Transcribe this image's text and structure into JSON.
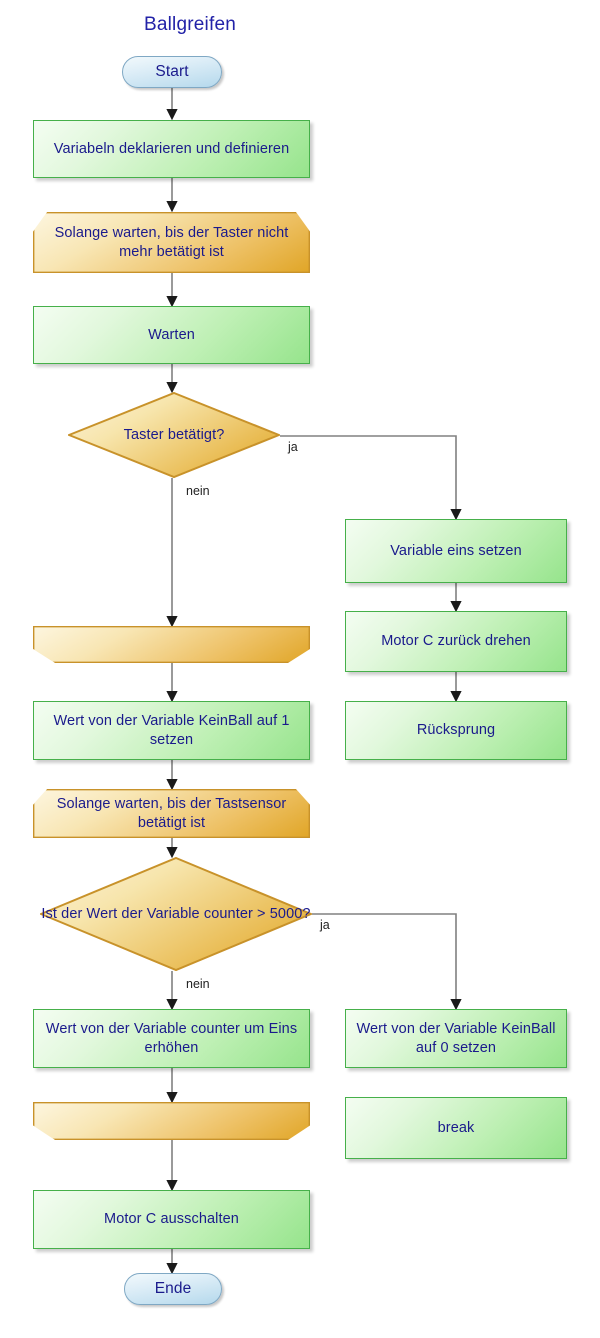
{
  "title": "Ballgreifen",
  "title_color": "#2222a8",
  "palette": {
    "text": "#1a1a8c",
    "process_fill": "#bff0b5",
    "process_border": "#46b04a",
    "loop_fill": "#eec268",
    "loop_border": "#c8922a",
    "decision_fill": "#eabe58",
    "terminator_fill": "#c3e0f0",
    "terminator_border": "#7fa8c4",
    "connector": "#808080",
    "background": "#ffffff"
  },
  "nodes": {
    "start": {
      "label": "Start",
      "type": "terminator"
    },
    "declare_vars": {
      "label": "Variabeln deklarieren und definieren",
      "type": "process"
    },
    "wait_button_released": {
      "label": "Solange warten, bis der Taster nicht mehr betätigt ist",
      "type": "loop-start"
    },
    "warten": {
      "label": "Warten",
      "type": "process"
    },
    "decision_button": {
      "label": "Taster betätigt?",
      "type": "decision"
    },
    "loop_end_1": {
      "label": "",
      "type": "loop-end"
    },
    "set_keinball_1": {
      "label": "Wert von der Variable KeinBall auf 1 setzen",
      "type": "process"
    },
    "wait_touch_pressed": {
      "label": "Solange warten, bis der Tastsensor betätigt ist",
      "type": "loop-start"
    },
    "decision_counter": {
      "label": "Ist der Wert der Variable counter > 5000?",
      "type": "decision"
    },
    "increment_counter": {
      "label": "Wert von der Variable counter um Eins erhöhen",
      "type": "process"
    },
    "loop_end_2": {
      "label": "",
      "type": "loop-end"
    },
    "motor_off": {
      "label": "Motor C ausschalten",
      "type": "process"
    },
    "ende": {
      "label": "Ende",
      "type": "terminator"
    },
    "set_var_one": {
      "label": "Variable eins setzen",
      "type": "process"
    },
    "motor_back": {
      "label": "Motor C zurück drehen",
      "type": "process"
    },
    "ruecksprung": {
      "label": "Rücksprung",
      "type": "process"
    },
    "set_keinball_0": {
      "label": "Wert von der Variable KeinBall auf 0 setzen",
      "type": "process"
    },
    "break_node": {
      "label": "break",
      "type": "process"
    }
  },
  "edge_labels": {
    "decision_button_yes": "ja",
    "decision_button_no": "nein",
    "decision_counter_yes": "ja",
    "decision_counter_no": "nein"
  }
}
